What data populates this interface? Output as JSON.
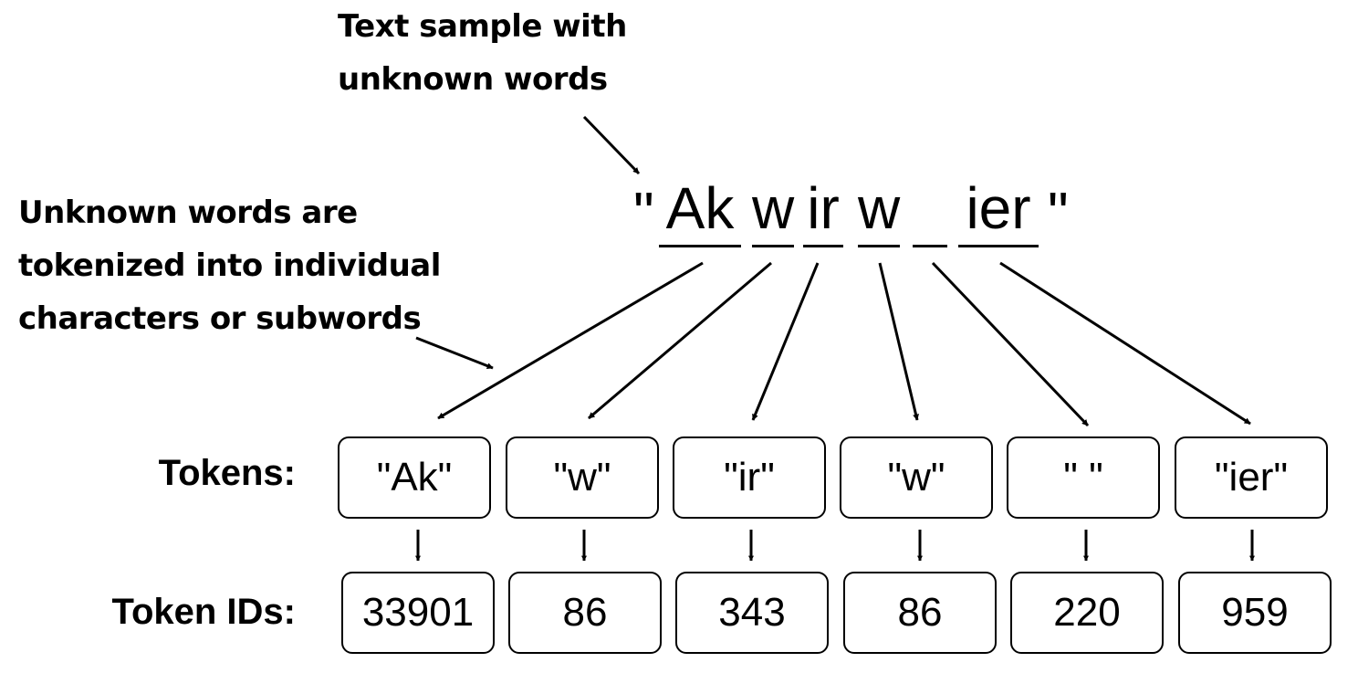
{
  "annotations": {
    "text_sample": [
      "Text sample with",
      "unknown words"
    ],
    "unknown_words": [
      "Unknown words are",
      "tokenized into individual",
      "characters or subwords"
    ]
  },
  "sample_text": {
    "open_quote": "\"",
    "segments": [
      "Ak",
      "w",
      "ir",
      "w",
      " ",
      "ier"
    ],
    "close_quote": "\""
  },
  "labels": {
    "tokens": "Tokens:",
    "token_ids": "Token IDs:"
  },
  "tokens": [
    "\"Ak\"",
    "\"w\"",
    "\"ir\"",
    "\"w\"",
    "\" \"",
    "\"ier\""
  ],
  "token_ids": [
    "33901",
    "86",
    "343",
    "86",
    "220",
    "959"
  ]
}
